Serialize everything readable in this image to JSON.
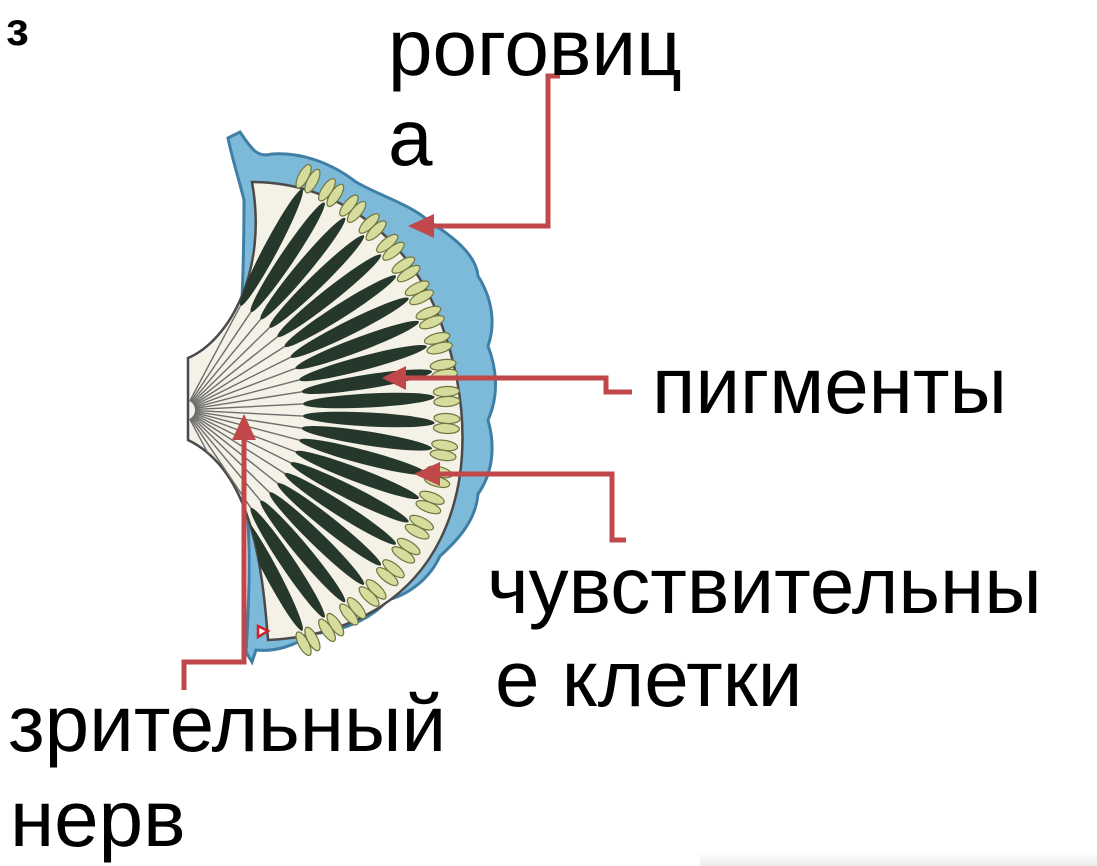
{
  "figure": {
    "corner_mark": "з",
    "labels": {
      "cornea_line1": "роговиц",
      "cornea_line2": "а",
      "pigment": "пигменты",
      "sensitive_line1": "чувствительны",
      "sensitive_line2": "е клетки",
      "nerve_line1": "зрительный",
      "nerve_line2": "нерв"
    }
  },
  "colors": {
    "cornea": "#7db9d8",
    "cornea_edge": "#3f7fa6",
    "interior": "#f4f1e6",
    "pigment": "#26382b",
    "sensitive_cells": "#d6dc9c",
    "leader_line": "#c0474a",
    "text": "#000000"
  }
}
